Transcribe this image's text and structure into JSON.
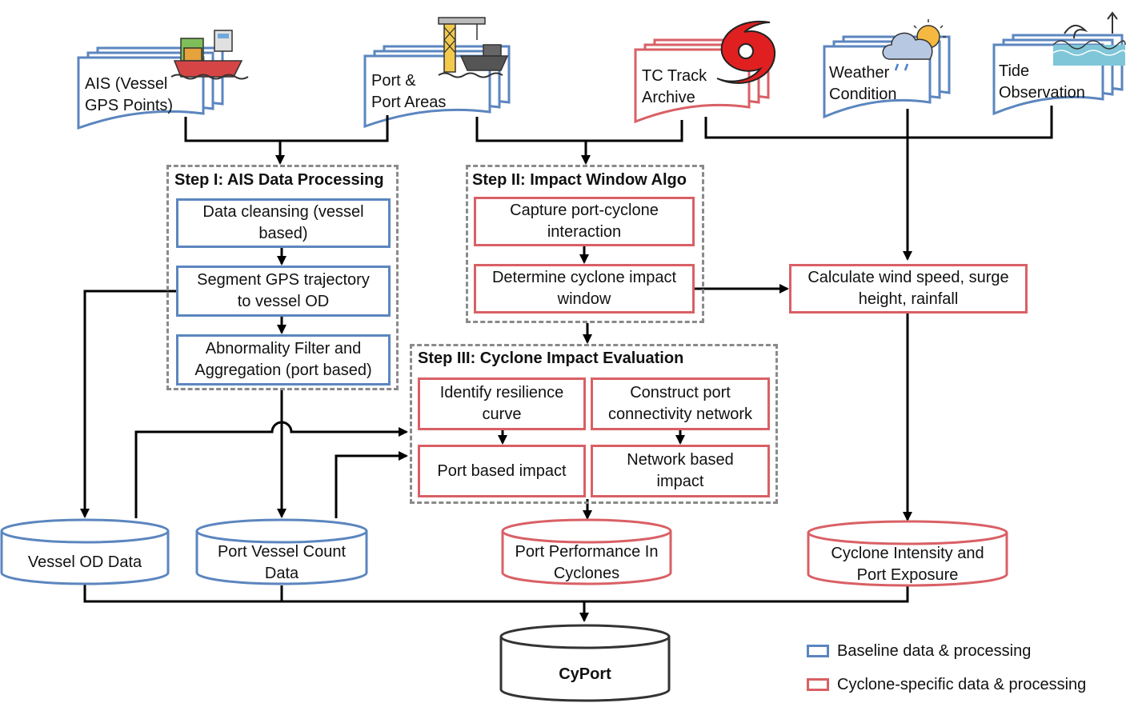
{
  "sources": {
    "ais": "AIS (Vessel\nGPS Points)",
    "port": "Port &\nPort Areas",
    "tc": "TC Track\nArchive",
    "weather": "Weather\nCondition",
    "tide": "Tide\nObservation"
  },
  "step1": {
    "title": "Step I: AIS Data Processing",
    "box1": "Data cleansing (vessel based)",
    "box2": "Segment GPS trajectory to vessel OD",
    "box3": "Abnormality Filter and Aggregation (port based)"
  },
  "step2": {
    "title": "Step II: Impact Window Algo",
    "box1": "Capture port-cyclone interaction",
    "box2": "Determine cyclone impact window"
  },
  "calc": "Calculate wind speed, surge height, rainfall",
  "step3": {
    "title": "Step III: Cyclone Impact Evaluation",
    "box1": "Identify resilience curve",
    "box2": "Construct port connectivity network",
    "box3": "Port based impact",
    "box4": "Network based impact"
  },
  "databases": {
    "vessel_od": "Vessel OD Data",
    "port_count": "Port Vessel Count Data",
    "port_perf": "Port Performance In Cyclones",
    "intensity": "Cyclone Intensity and Port Exposure",
    "cyport": "CyPort"
  },
  "legend": {
    "baseline": "Baseline data & processing",
    "cyclone": "Cyclone-specific data & processing"
  },
  "colors": {
    "baseline": "#5b86bf",
    "cyclone": "#d96065",
    "step_border": "#8a8a8a",
    "cyport": "#333333"
  },
  "icons": [
    "cargo-ship-icon",
    "port-crane-icon",
    "hurricane-icon",
    "weather-cloud-sun-icon",
    "tide-wave-icon"
  ]
}
